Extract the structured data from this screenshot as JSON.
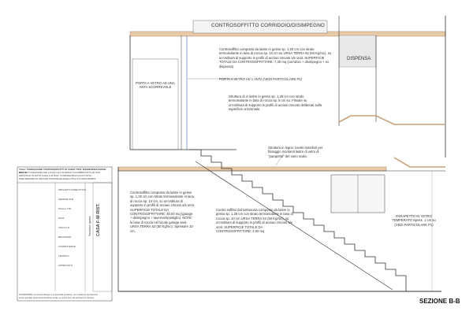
{
  "drawing": {
    "section_title": "SEZIONE B-B",
    "labels": {
      "ceiling_corridor": "CONTROSOFFITTO CORRIDOIO/DISIMPEGNO",
      "pantry": "DISPENSA",
      "sliding_door": "PORTA A VETRO AD UNA ANTA SCORREVOLE",
      "glass_wall": "PARAPETTO IN VETRO TEMPERATO Spess. 1 cm su (VEDI PARTICOLARE P1)"
    },
    "notes": {
      "ceiling_note_1": "Controsoffitto composto da lastre in gesso sp. 1,25 cm con strato termoisolante in lana di roccia sp. 10 cm su URSA TERRA 62 (50 Kg/mc), su un'orditura di supporto in profili di acciaio zincato a/s omit. SUPERFICIE TOTALE DA CONTROSOFFITTARE: 7,30 mq (corridoio + disimpegno + ex dispensa)",
      "door_ref": "PORTA A VETRO AD 1 ANTA (VEDI PARTICOLARE P2)",
      "wall_note": "Struttura di in lastre in gesso sp. 1,25 cm con strato termoisolante in lana di roccia sp. 5 cm su. Fissate su un'orditura di supporto in profili di acciaio zincato deliberati sulla superficie orizzontale.",
      "stair_note": "Struttura in legno: tavole lamellari per fissaggio montanti lastre di vetro di \"parapetto\" del vano scala.",
      "left_note": "Controsoffitto composto da lastre in gesso sp. 1,25 cm con strato termoisolante in lana di roccia sp. 10 cm, su un'orditura di supporto in profili di acciaio zincato a/s omit. SUPERFICIE TOTALE DA CONTROSOFFITTARE: 40,00 mq (garage + disimpegno + taverna/ripostiglio). NOTE: la lana di roccia nel locale garage sarà URSA TERRA 62 (50 Kg/mc). Spessore 10 cm.",
      "center_note": "Contro soffitto dal sottoscala composto da lastre in gesso sp. 1,25 cm con strato termoisolante in lana di roccia sp. 10 cm URSA TERRA 62 (50 Kg/mc), su un'orditura di supporto in profili di acciaio zincato a/s omit. SUPERFICIE TOTALE DA CONTROSOFFITTARE: 4,00 mq"
    }
  },
  "title_block": {
    "vertical_text_1": "Sezione quota",
    "vertical_text_2": "CASA F-M RIST.",
    "header_lines": [
      "Titolo: FORMAZIONE CONTROSOFFITTI DI VARIO TIPO, INSONORIZZAZIONE ECC. E",
      "RISTRUTTURAZIONE DEI LOCALI ALL'INTERNO DI FABBRICATO AD USO",
      "ABITATIVO IN DITTA CASA F-M RIST. COMPRENSIVO DI ATTIVITA",
      "PRELIMINARE DI PROGETTAZIONE ED ESECUTIVA IN CONFORMITA"
    ],
    "rows": [
      "PROGETTO ESECUTIVO",
      "SEZIONE B-B",
      "SCALA 1:50",
      "DATA",
      "TAVOLA N.",
      "REVISIONE",
      "COMMITTENTE",
      "TECNICO",
      "APPROVATO"
    ],
    "footer_lines": [
      "AVVERTENZE: il presente disegno è di proprietà esclusiva, ne è vietata la riproduzione",
      "anche parziale senza autorizzazione scritta. Le quote sono da verificare in cantiere."
    ]
  },
  "colors": {
    "line": "#333333",
    "ceiling_band": "#e8c9a8",
    "gray_fill": "#e9e9e9",
    "light_fill": "#f4f4f4"
  }
}
